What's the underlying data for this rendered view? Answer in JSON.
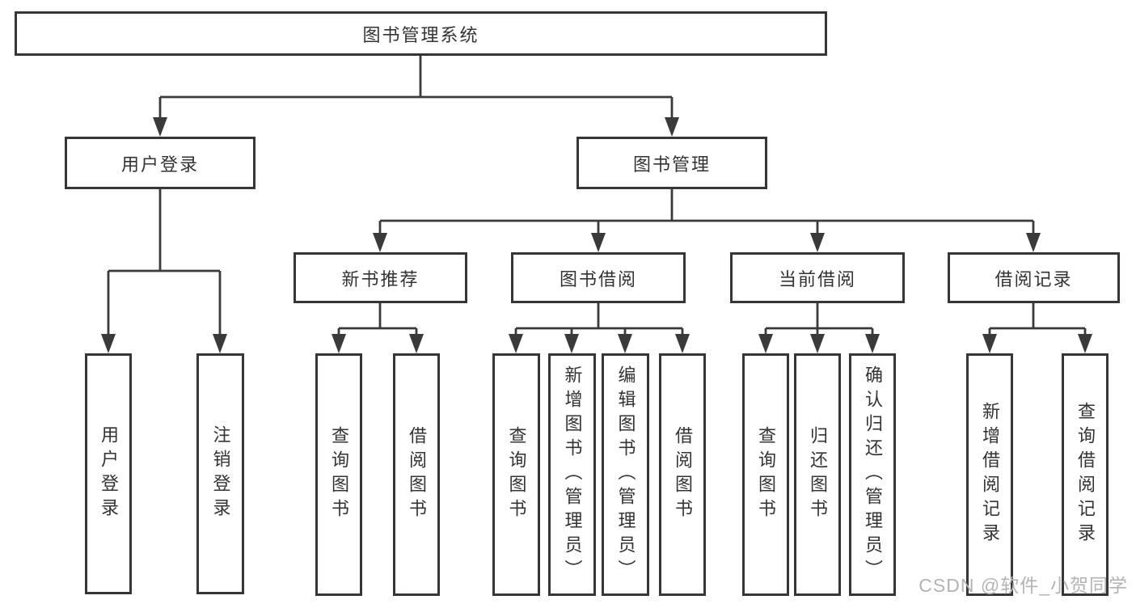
{
  "diagram": {
    "watermark": "CSDN @软件_小贺同学",
    "colors": {
      "line": "#3a3a3a",
      "box_border": "#363636",
      "text": "#333333",
      "watermark": "#b3b3b3",
      "background": "#ffffff"
    },
    "tree": {
      "label": "图书管理系统",
      "children": [
        {
          "label": "用户登录",
          "children": [
            {
              "label": "用户登录"
            },
            {
              "label": "注销登录"
            }
          ]
        },
        {
          "label": "图书管理",
          "children": [
            {
              "label": "新书推荐",
              "children": [
                {
                  "label": "查询图书"
                },
                {
                  "label": "借阅图书"
                }
              ]
            },
            {
              "label": "图书借阅",
              "children": [
                {
                  "label": "查询图书"
                },
                {
                  "label": "新增图书（管理员）"
                },
                {
                  "label": "编辑图书（管理员）"
                },
                {
                  "label": "借阅图书"
                }
              ]
            },
            {
              "label": "当前借阅",
              "children": [
                {
                  "label": "查询图书"
                },
                {
                  "label": "归还图书"
                },
                {
                  "label": "确认归还（管理员）"
                }
              ]
            },
            {
              "label": "借阅记录",
              "children": [
                {
                  "label": "新增借阅记录"
                },
                {
                  "label": "查询借阅记录"
                }
              ]
            }
          ]
        }
      ]
    }
  }
}
